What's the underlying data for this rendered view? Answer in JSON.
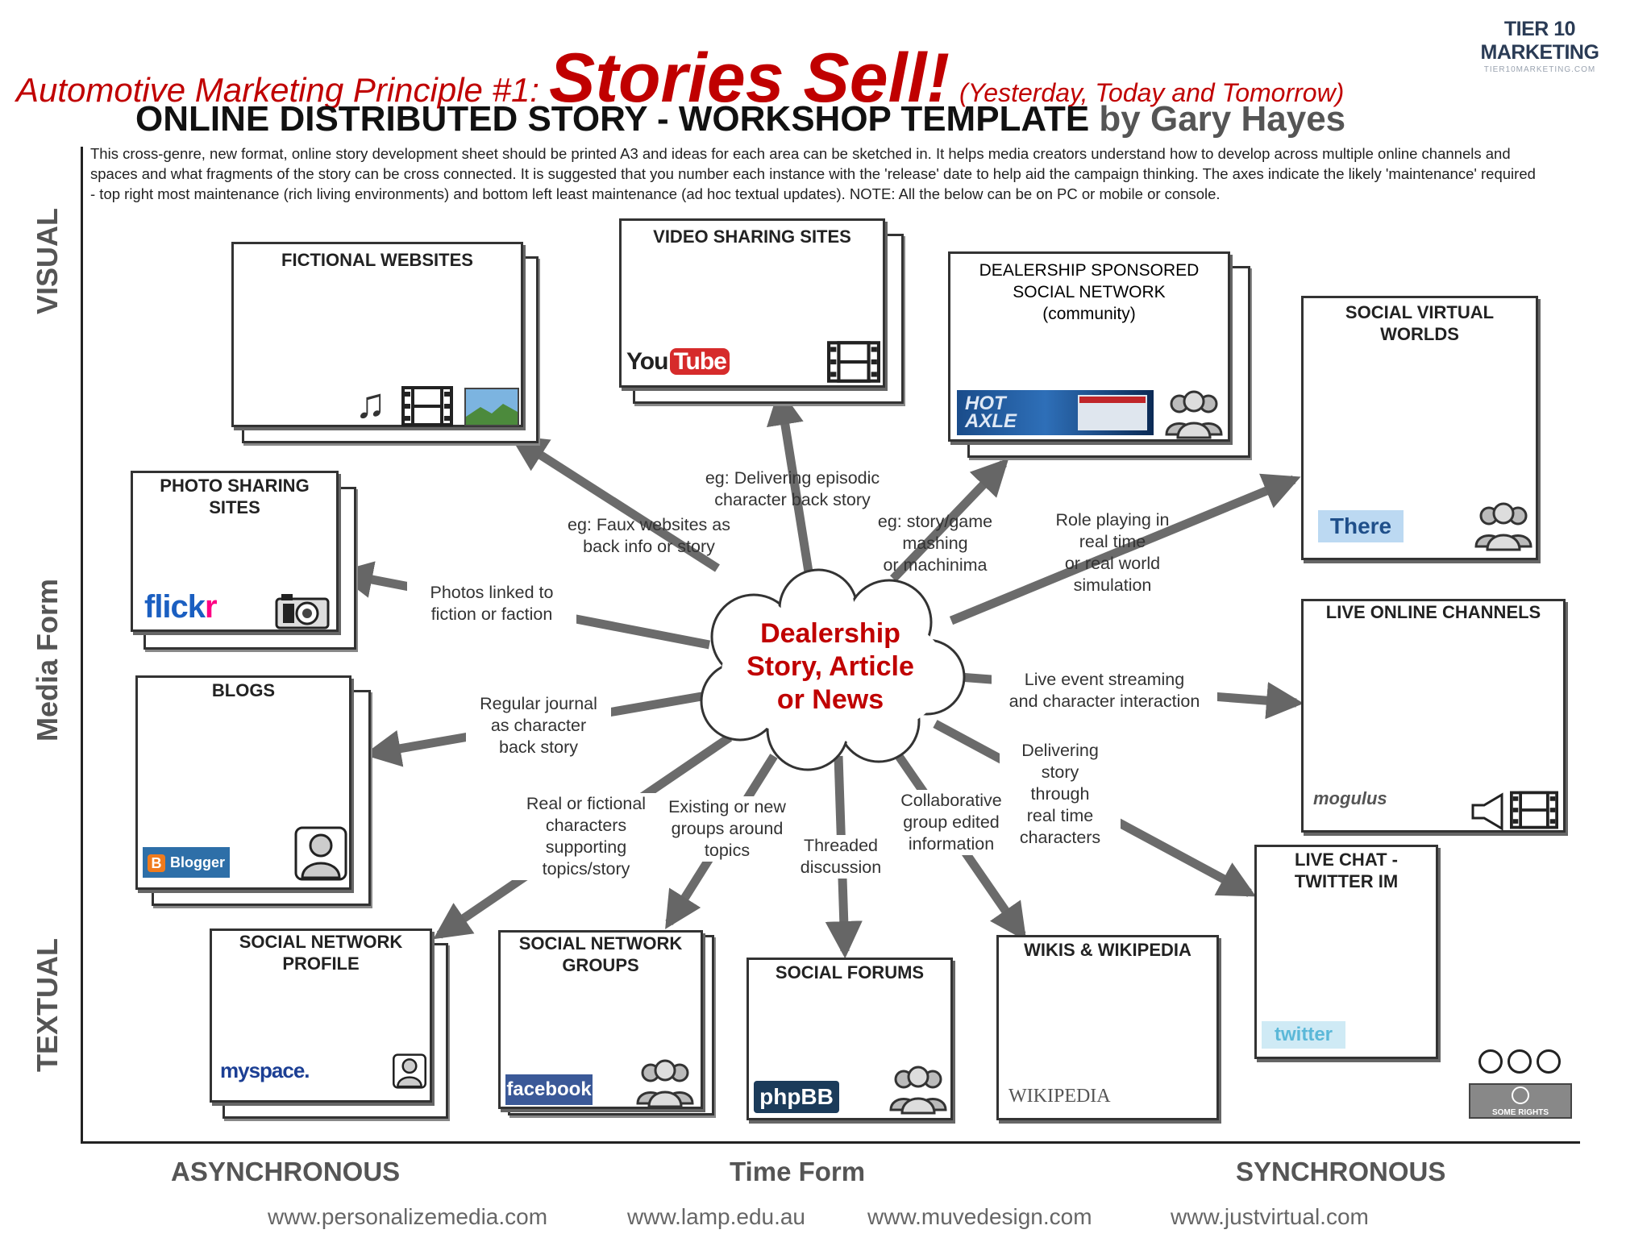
{
  "header": {
    "prefix": "Automotive Marketing Principle #1:",
    "headline": "Stories Sell!",
    "suffix": "(Yesterday, Today and Tomorrow)",
    "brand_name": "TIER 10 MARKETING",
    "brand_url": "TIER10MARKETING.COM"
  },
  "template_title": {
    "main": "ONLINE DISTRIBUTED STORY - WORKSHOP TEMPLATE",
    "by": "by Gary Hayes"
  },
  "intro": "This cross-genre, new format, online story development sheet should be printed A3 and ideas for each area can be sketched in. It helps media creators understand how to develop across multiple online channels and spaces and what fragments of the story can be cross connected. It is suggested that you number each instance with the 'release' date to help aid the campaign thinking. The axes indicate the likely 'maintenance' required - top right most maintenance (rich living environments) and bottom left least maintenance (ad hoc textual updates). NOTE: All the below can be on PC or mobile or console.",
  "axes": {
    "y_top": "VISUAL",
    "y_mid": "Media Form",
    "y_bottom": "TEXTUAL",
    "x_left": "ASYNCHRONOUS",
    "x_mid": "Time Form",
    "x_right": "SYNCHRONOUS"
  },
  "center": {
    "line1": "Dealership",
    "line2": "Story, Article",
    "line3": "or News"
  },
  "cards": {
    "fictional_websites": "FICTIONAL WEBSITES",
    "video_sharing": "VIDEO SHARING SITES",
    "dealership_social": [
      "DEALERSHIP SPONSORED",
      "SOCIAL NETWORK",
      "(community)"
    ],
    "social_virtual": [
      "SOCIAL VIRTUAL",
      "WORLDS"
    ],
    "photo_sharing": [
      "PHOTO SHARING",
      "SITES"
    ],
    "live_online": "LIVE ONLINE CHANNELS",
    "blogs": "BLOGS",
    "live_chat": [
      "LIVE CHAT -",
      "TWITTER IM"
    ],
    "sn_profile": [
      "SOCIAL NETWORK",
      "PROFILE"
    ],
    "sn_groups": [
      "SOCIAL NETWORK",
      "GROUPS"
    ],
    "social_forums": "SOCIAL FORUMS",
    "wikis": "WIKIS & WIKIPEDIA"
  },
  "labels": {
    "faux": [
      "eg: Faux websites as",
      "back info or story"
    ],
    "episodic": [
      "eg: Delivering episodic",
      "character back story"
    ],
    "mashing": [
      "eg: story/game",
      "mashing",
      "or machinima"
    ],
    "roleplay": [
      "Role playing in",
      "real time",
      "or real world",
      "simulation"
    ],
    "photos": [
      "Photos linked to",
      "fiction or faction"
    ],
    "live_event": [
      "Live event streaming",
      "and character interaction"
    ],
    "journal": [
      "Regular journal",
      "as character",
      "back story"
    ],
    "delivering": [
      "Delivering",
      "story",
      "through",
      "real time",
      "characters"
    ],
    "real_fictional": [
      "Real or fictional",
      "characters",
      "supporting",
      "topics/story"
    ],
    "existing": [
      "Existing or new",
      "groups around",
      "topics"
    ],
    "threaded": [
      "Threaded",
      "discussion"
    ],
    "collab": [
      "Collaborative",
      "group edited",
      "information"
    ]
  },
  "logos": {
    "youtube_a": "You",
    "youtube_b": "Tube",
    "flickr_a": "flick",
    "flickr_b": "r",
    "blogger": "Blogger",
    "blogger_b": "B",
    "myspace": "myspace.",
    "facebook": "facebook",
    "phpbb": "phpBB",
    "wikipedia": "WIKIPEDIA",
    "twitter": "twitter",
    "there": "There",
    "mogulus": "mogulus",
    "hot_axle": "HOT AXLE",
    "cc_badge": "SOME RIGHTS RESERVED"
  },
  "footer": [
    "www.personalizemedia.com",
    "www.lamp.edu.au",
    "www.muvedesign.com",
    "www.justvirtual.com"
  ]
}
